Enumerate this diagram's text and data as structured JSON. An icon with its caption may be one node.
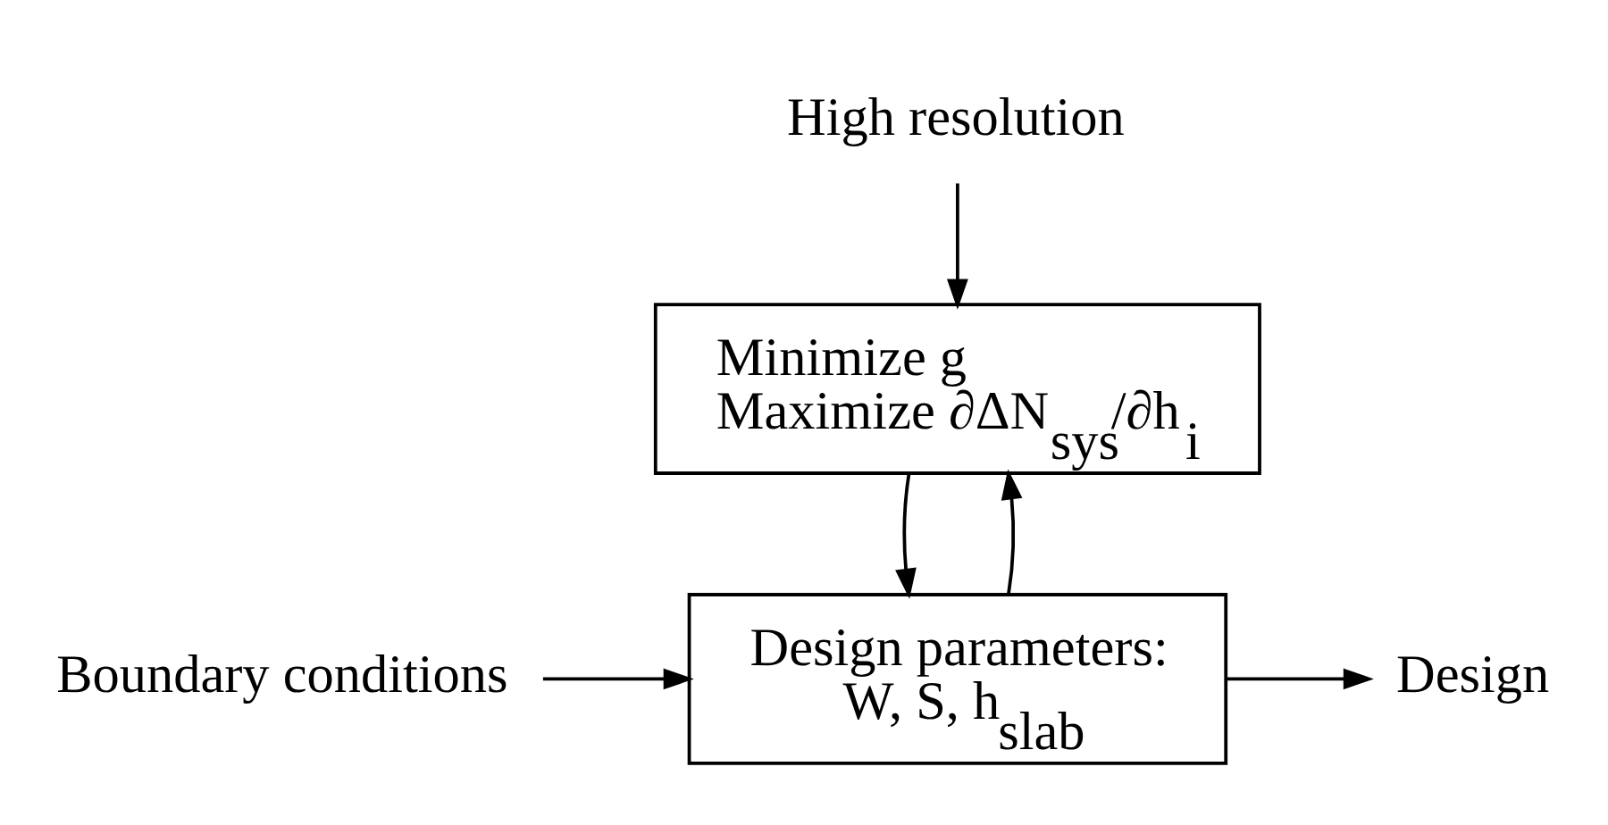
{
  "diagram": {
    "nodes": [
      {
        "text": [
          "High resolution"
        ]
      },
      {
        "text": [
          "Minimize g",
          "Maximize ∂ΔN$_{sys}$/∂h$_{i}$"
        ]
      },
      {
        "text": [
          "Boundary conditions"
        ]
      },
      {
        "text": [
          "Design parameters:",
          "W, S, h$_{slab}$"
        ]
      },
      {
        "text": [
          "Design"
        ]
      }
    ],
    "edges": [
      {
        "from": 0,
        "to": 1,
        "arrow": "to"
      },
      {
        "from": 1,
        "to": 3,
        "arrow": "to"
      },
      {
        "from": 3,
        "to": 1,
        "arrow": "to"
      },
      {
        "from": 2,
        "to": 3,
        "arrow": "to"
      },
      {
        "from": 3,
        "to": 4,
        "arrow": "to"
      }
    ]
  }
}
